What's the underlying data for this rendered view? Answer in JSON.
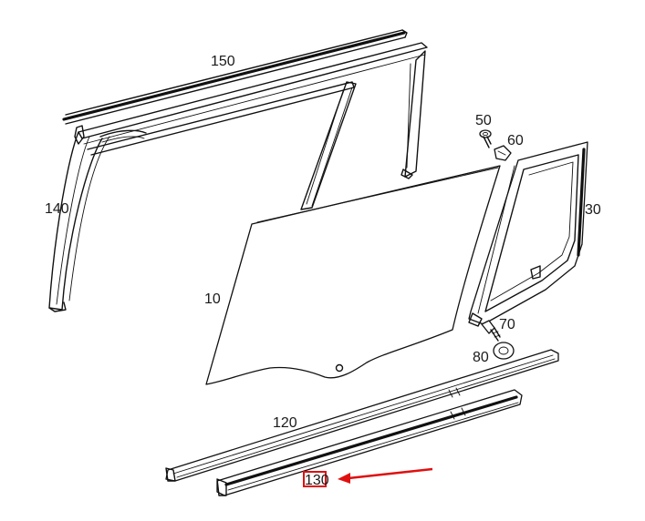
{
  "diagram": {
    "parts": [
      {
        "id": "10",
        "label": "10"
      },
      {
        "id": "30",
        "label": "30"
      },
      {
        "id": "50",
        "label": "50"
      },
      {
        "id": "60",
        "label": "60"
      },
      {
        "id": "70",
        "label": "70"
      },
      {
        "id": "80",
        "label": "80"
      },
      {
        "id": "120",
        "label": "120"
      },
      {
        "id": "130",
        "label": "130"
      },
      {
        "id": "140",
        "label": "140"
      },
      {
        "id": "150",
        "label": "150"
      }
    ],
    "highlighted_part": "130",
    "highlight_color": "#e01010",
    "arrow_color": "#e01010",
    "line_color": "#111111",
    "background": "#ffffff"
  }
}
